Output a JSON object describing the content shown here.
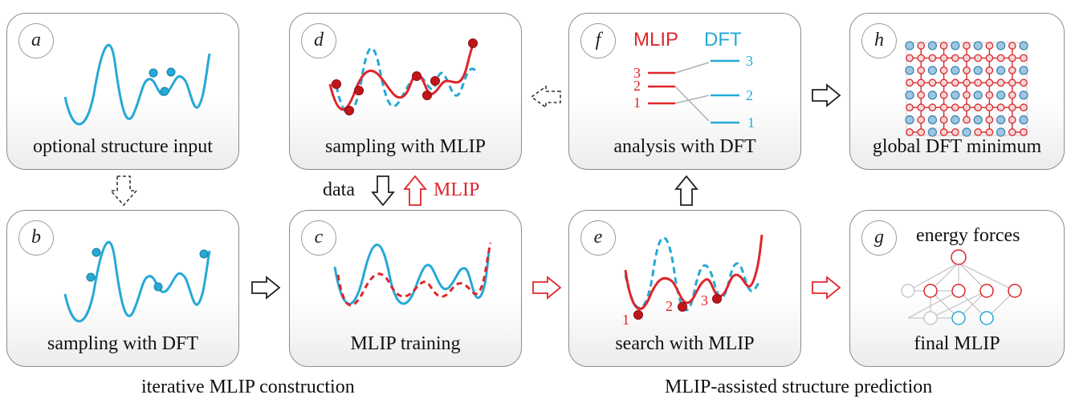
{
  "panels": {
    "a": {
      "letter": "a",
      "caption": "optional structure input"
    },
    "b": {
      "letter": "b",
      "caption": "sampling with DFT"
    },
    "c": {
      "letter": "c",
      "caption": "MLIP training"
    },
    "d": {
      "letter": "d",
      "caption": "sampling with MLIP"
    },
    "e": {
      "letter": "e",
      "caption": "search with MLIP",
      "minima_labels": [
        "1",
        "2",
        "3"
      ]
    },
    "f": {
      "letter": "f",
      "caption": "analysis with DFT",
      "mlip_label": "MLIP",
      "dft_label": "DFT",
      "mlip_levels": [
        "3",
        "2",
        "1"
      ],
      "dft_levels": [
        "3",
        "2",
        "1"
      ]
    },
    "g": {
      "letter": "g",
      "caption": "final MLIP",
      "header": "energy forces"
    },
    "h": {
      "letter": "h",
      "caption": "global DFT minimum"
    }
  },
  "connectors": {
    "data_label": "data",
    "mlip_label": "MLIP"
  },
  "sections": {
    "left": "iterative MLIP construction",
    "right": "MLIP-assisted structure prediction"
  },
  "colors": {
    "dft": "#25a9d6",
    "mlip": "#e0252b",
    "border": "#8c8c8c"
  }
}
